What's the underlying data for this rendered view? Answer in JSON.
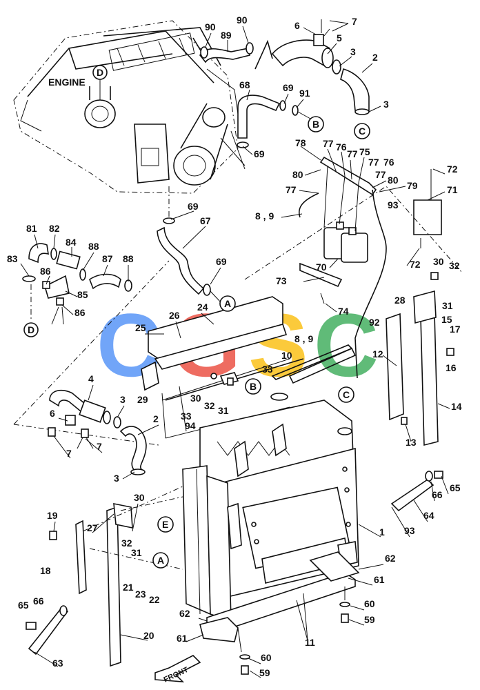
{
  "labels": {
    "engine": "ENGINE",
    "front": "FRONT"
  },
  "watermark": {
    "letters": [
      "C",
      "G",
      "S",
      "C"
    ],
    "colors": [
      "#4a8cf7",
      "#ea4335",
      "#fbbc05",
      "#34a853"
    ]
  },
  "ref_letters": {
    "a": "A",
    "b": "B",
    "c": "C",
    "d": "D",
    "e": "E"
  },
  "part_numbers": {
    "p1": "1",
    "p2": "2",
    "p3": "3",
    "p4": "4",
    "p5": "5",
    "p6": "6",
    "p7": "7",
    "p8_9": "8 , 9",
    "p10": "10",
    "p11": "11",
    "p12": "12",
    "p13": "13",
    "p14": "14",
    "p15": "15",
    "p16": "16",
    "p17": "17",
    "p18": "18",
    "p19": "19",
    "p20": "20",
    "p21": "21",
    "p22": "22",
    "p23": "23",
    "p24": "24",
    "p25": "25",
    "p26": "26",
    "p27": "27",
    "p28": "28",
    "p29": "29",
    "p30": "30",
    "p31": "31",
    "p32": "32",
    "p33": "33",
    "p59": "59",
    "p60": "60",
    "p61": "61",
    "p62": "62",
    "p63": "63",
    "p64": "64",
    "p65": "65",
    "p66": "66",
    "p67": "67",
    "p68": "68",
    "p69": "69",
    "p70": "70",
    "p71": "71",
    "p72": "72",
    "p73": "73",
    "p74": "74",
    "p75": "75",
    "p76": "76",
    "p77": "77",
    "p78": "78",
    "p79": "79",
    "p80": "80",
    "p81": "81",
    "p82": "82",
    "p83": "83",
    "p84": "84",
    "p85": "85",
    "p86": "86",
    "p87": "87",
    "p88": "88",
    "p89": "89",
    "p90": "90",
    "p91": "91",
    "p92": "92",
    "p93": "93",
    "p94": "94"
  }
}
